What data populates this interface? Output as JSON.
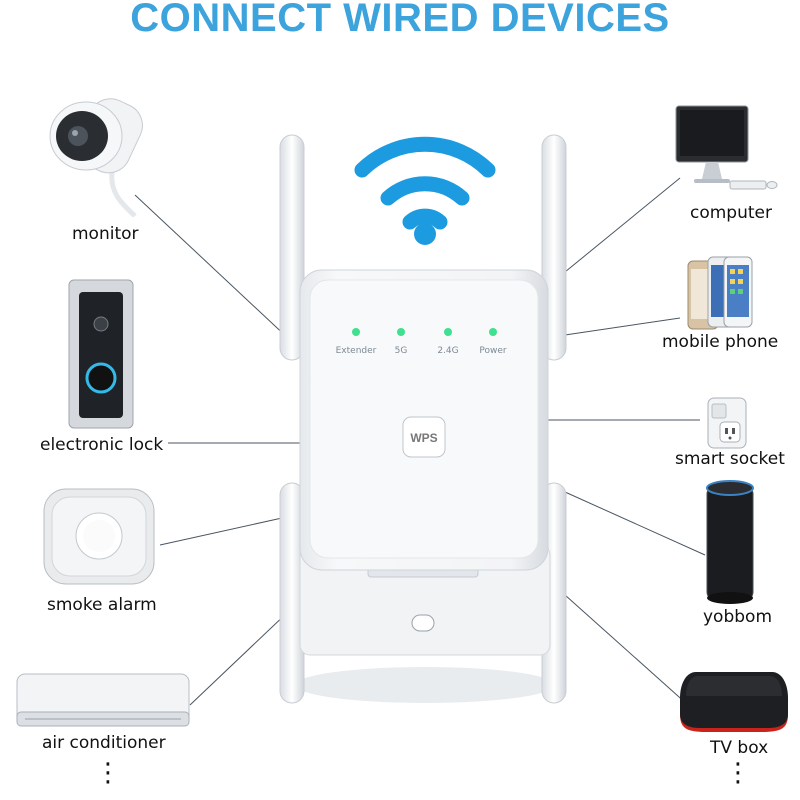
{
  "header": {
    "title": "CONNECT WIRED DEVICES"
  },
  "extender": {
    "leds": [
      "Extender",
      "5G",
      "2.4G",
      "Power"
    ],
    "wps_label": "WPS",
    "colors": {
      "wifi": "#1d9be0",
      "led": "#3fe08f",
      "body": "#f3f4f6"
    }
  },
  "devices_left": [
    {
      "label": "monitor",
      "icon": "security-camera-icon"
    },
    {
      "label": "electronic lock",
      "icon": "video-doorbell-icon"
    },
    {
      "label": "smoke alarm",
      "icon": "smoke-detector-icon"
    },
    {
      "label": "air conditioner",
      "icon": "air-conditioner-icon"
    }
  ],
  "devices_right": [
    {
      "label": "computer",
      "icon": "desktop-computer-icon"
    },
    {
      "label": "mobile phone",
      "icon": "smartphone-icon"
    },
    {
      "label": "smart socket",
      "icon": "smart-plug-icon"
    },
    {
      "label": "yobbom",
      "icon": "smart-speaker-icon"
    },
    {
      "label": "TV box",
      "icon": "tv-box-icon"
    }
  ],
  "more_indicator": "⋮",
  "colors": {
    "title": "#3da3dc",
    "lines": "#55606b"
  }
}
